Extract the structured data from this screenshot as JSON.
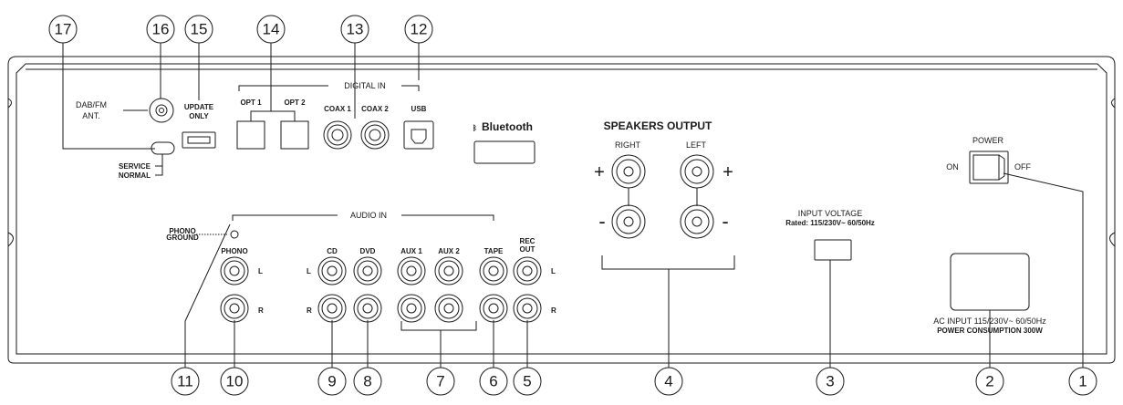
{
  "callouts": [
    "1",
    "2",
    "3",
    "4",
    "5",
    "6",
    "7",
    "8",
    "9",
    "10",
    "11",
    "12",
    "13",
    "14",
    "15",
    "16",
    "17"
  ],
  "labels": {
    "dab_fm": "DAB/FM",
    "ant": "ANT.",
    "update": "UPDATE",
    "only": "ONLY",
    "service": "SERVICE",
    "normal": "NORMAL",
    "digital_in": "DIGITAL IN",
    "opt1": "OPT 1",
    "opt2": "OPT 2",
    "coax1": "COAX 1",
    "coax2": "COAX 2",
    "usb": "USB",
    "bluetooth": "Bluetooth",
    "speakers_output": "SPEAKERS OUTPUT",
    "right": "RIGHT",
    "left": "LEFT",
    "plus": "+",
    "minus": "-",
    "power": "POWER",
    "on": "ON",
    "off": "OFF",
    "input_voltage": "INPUT VOLTAGE",
    "rated": "Rated: 115/230V~ 60/50Hz",
    "audio_in": "AUDIO IN",
    "phono_ground_1": "PHONO",
    "phono_ground_2": "GROUND",
    "phono": "PHONO",
    "cd": "CD",
    "dvd": "DVD",
    "aux1": "AUX 1",
    "aux2": "AUX 2",
    "tape": "TAPE",
    "rec": "REC",
    "out": "OUT",
    "L": "L",
    "R": "R",
    "ac_input": "AC INPUT 115/230V~ 60/50Hz",
    "power_consumption": "POWER CONSUMPTION 300W"
  }
}
